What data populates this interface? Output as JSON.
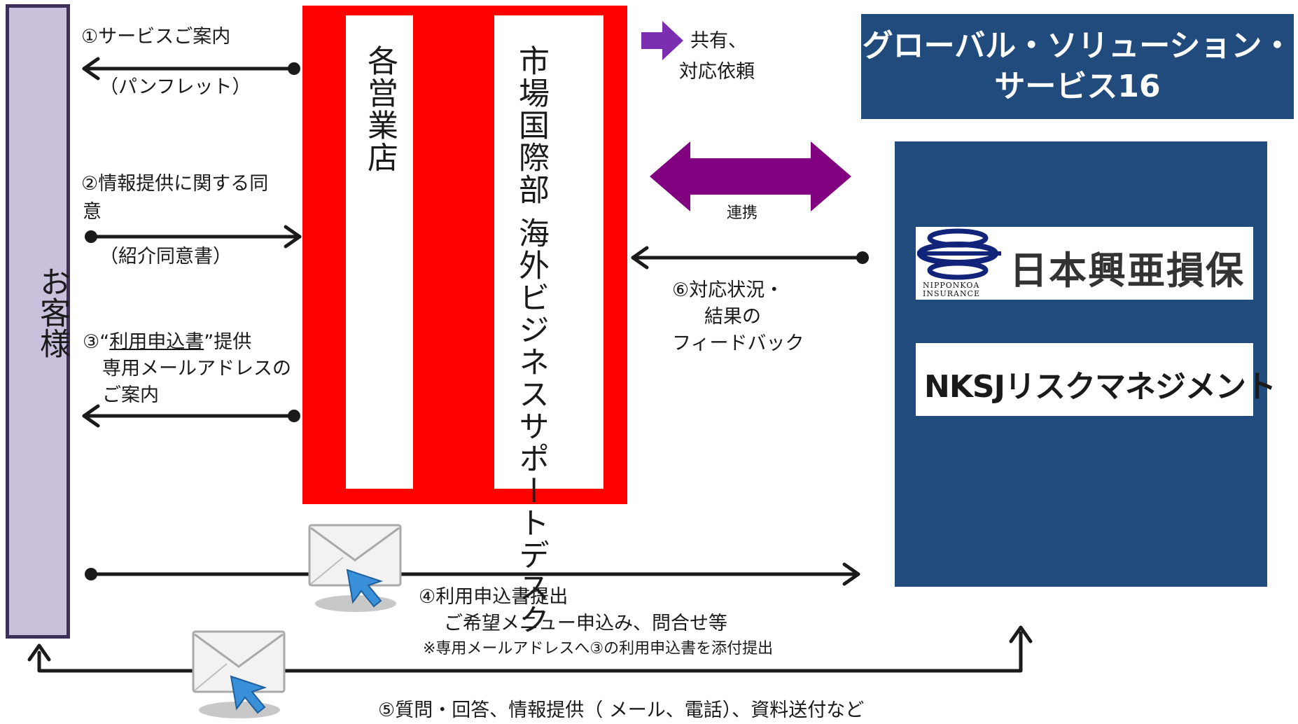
{
  "customer": {
    "label": "お客様"
  },
  "sales_branches": {
    "label": "各営業店"
  },
  "support_desk": {
    "label": "市場国際部 海外ビジネスサポートデスク"
  },
  "legend": {
    "share_label_line1": "共有、",
    "share_label_line2": "対応依頼"
  },
  "gss": {
    "title_line1": "グローバル・ソリューション・",
    "title_line2": "サービス16",
    "colors": {
      "navy": "#214b7c",
      "red": "#ff0000",
      "purple": "#800080"
    }
  },
  "partners": {
    "nipponkoa_name": "日本興亜損保",
    "nipponkoa_sub_line1": "NIPPONKOA",
    "nipponkoa_sub_line2": "INSURANCE",
    "nksj_name": "NKSJリスクマネジメント"
  },
  "steps": {
    "s1_title": "①サービスご案内",
    "s1_sub": "（パンフレット）",
    "s2_title_line1": "②情報提供に関する同",
    "s2_title_line2": "意",
    "s2_sub": "（紹介同意書）",
    "s3_prefix": "③“",
    "s3_underlined": "利用申込書",
    "s3_suffix": "”提供",
    "s3_line2": "専用メールアドレスの",
    "s3_line3": "ご案内",
    "s4_title": "④利用申込書提出",
    "s4_line2": "ご希望メニュー申込み、問合せ等",
    "s4_note": "※専用メールアドレスへ③の利用申込書を添付提出",
    "s5_title": "⑤質問・回答、情報提供（ メール、電話）、資料送付など",
    "coop_label": "連携",
    "s6_line1": "⑥対応状況・",
    "s6_line2": "結果の",
    "s6_line3": "フィードバック"
  }
}
